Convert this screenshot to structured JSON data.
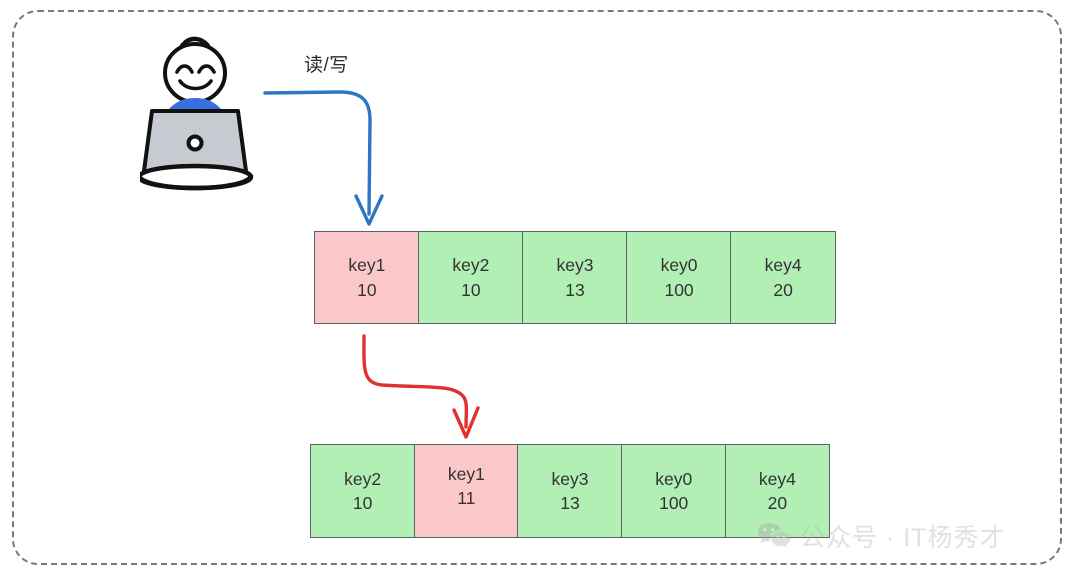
{
  "diagram": {
    "title": "LRU cache access reorder diagram",
    "actor": {
      "name": "user-at-laptop",
      "shirt_color": "#3b6fe0",
      "laptop_color": "#c6cad1"
    },
    "flow_label": "读/写",
    "arrows": [
      {
        "name": "read-write-arrow",
        "color": "#2e75c6",
        "from": "user",
        "to": "key1-top-cell"
      },
      {
        "name": "move-to-front-arrow",
        "color": "#e03030",
        "from": "key1-top-cell",
        "to": "key1-bottom-cell"
      }
    ],
    "colors": {
      "green": "#b1efb4",
      "pink": "#fac8c8",
      "border": "#5c6166",
      "frame": "#727a85",
      "text": "#333333",
      "blue_arrow": "#2e75c6",
      "red_arrow": "#e03030"
    },
    "rows": [
      {
        "name": "cache-state-before",
        "cells": [
          {
            "key": "key1",
            "value": "10",
            "state": "pink"
          },
          {
            "key": "key2",
            "value": "10",
            "state": "green"
          },
          {
            "key": "key3",
            "value": "13",
            "state": "green"
          },
          {
            "key": "key0",
            "value": "100",
            "state": "green"
          },
          {
            "key": "key4",
            "value": "20",
            "state": "green"
          }
        ]
      },
      {
        "name": "cache-state-after",
        "cells": [
          {
            "key": "key2",
            "value": "10",
            "state": "green"
          },
          {
            "key": "key1",
            "value": "11",
            "state": "pink"
          },
          {
            "key": "key3",
            "value": "13",
            "state": "green"
          },
          {
            "key": "key0",
            "value": "100",
            "state": "green"
          },
          {
            "key": "key4",
            "value": "20",
            "state": "green"
          }
        ]
      }
    ],
    "watermark": {
      "icon": "wechat-icon",
      "text": "公众号 · IT杨秀才"
    }
  }
}
